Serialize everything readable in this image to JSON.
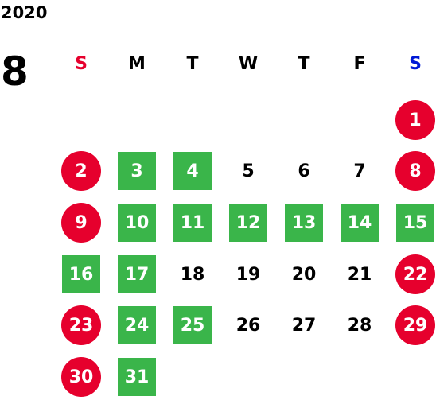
{
  "year": "2020",
  "month": "8",
  "weekdays": [
    {
      "label": "S",
      "color": "#e6002d"
    },
    {
      "label": "M",
      "color": "#000000"
    },
    {
      "label": "T",
      "color": "#000000"
    },
    {
      "label": "W",
      "color": "#000000"
    },
    {
      "label": "T",
      "color": "#000000"
    },
    {
      "label": "F",
      "color": "#000000"
    },
    {
      "label": "S",
      "color": "#0019d6"
    }
  ],
  "colors": {
    "holiday_red": "#e6002d",
    "business_green": "#3ab54a"
  },
  "weeks": [
    [
      null,
      null,
      null,
      null,
      null,
      null,
      {
        "day": "1",
        "style": "red"
      }
    ],
    [
      {
        "day": "2",
        "style": "red"
      },
      {
        "day": "3",
        "style": "green"
      },
      {
        "day": "4",
        "style": "green"
      },
      {
        "day": "5",
        "style": "plain"
      },
      {
        "day": "6",
        "style": "plain"
      },
      {
        "day": "7",
        "style": "plain"
      },
      {
        "day": "8",
        "style": "red"
      }
    ],
    [
      {
        "day": "9",
        "style": "red"
      },
      {
        "day": "10",
        "style": "green"
      },
      {
        "day": "11",
        "style": "green"
      },
      {
        "day": "12",
        "style": "green"
      },
      {
        "day": "13",
        "style": "green"
      },
      {
        "day": "14",
        "style": "green"
      },
      {
        "day": "15",
        "style": "green"
      }
    ],
    [
      {
        "day": "16",
        "style": "green"
      },
      {
        "day": "17",
        "style": "green"
      },
      {
        "day": "18",
        "style": "plain"
      },
      {
        "day": "19",
        "style": "plain"
      },
      {
        "day": "20",
        "style": "plain"
      },
      {
        "day": "21",
        "style": "plain"
      },
      {
        "day": "22",
        "style": "red"
      }
    ],
    [
      {
        "day": "23",
        "style": "red"
      },
      {
        "day": "24",
        "style": "green"
      },
      {
        "day": "25",
        "style": "green"
      },
      {
        "day": "26",
        "style": "plain"
      },
      {
        "day": "27",
        "style": "plain"
      },
      {
        "day": "28",
        "style": "plain"
      },
      {
        "day": "29",
        "style": "red"
      }
    ],
    [
      {
        "day": "30",
        "style": "red"
      },
      {
        "day": "31",
        "style": "green"
      },
      null,
      null,
      null,
      null,
      null
    ]
  ]
}
